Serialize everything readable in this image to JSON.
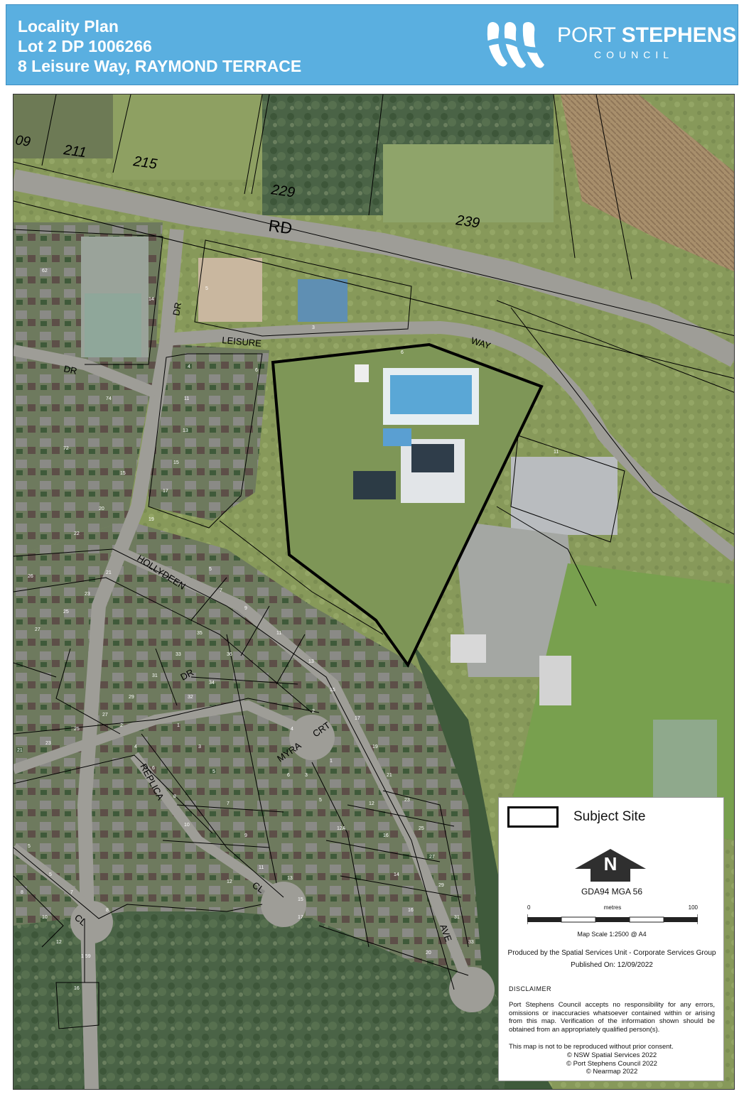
{
  "header": {
    "line1": "Locality Plan",
    "line2": "Lot 2 DP 1006266",
    "line3": "8 Leisure Way, RAYMOND TERRACE",
    "logo_port": "PORT",
    "logo_stephens": "STEPHENS",
    "logo_council": "COUNCIL"
  },
  "map": {
    "lot_labels": {
      "l209": "09",
      "l211": "211",
      "l215": "215",
      "l229": "229",
      "l239": "239"
    },
    "streets": {
      "rd": "RD",
      "dr_top": "DR",
      "leisure": "LEISURE",
      "way": "WAY",
      "dr_left": "DR",
      "hollydeen": "HOLLYDEEN",
      "dr_mid": "DR",
      "myra": "MYRA",
      "crt": "CRT",
      "replica": "REPLICA",
      "cl_mid": "CL",
      "cl_left": "CL",
      "ave": "AVE"
    }
  },
  "legend": {
    "subject_site": "Subject Site",
    "north": "N",
    "crs": "GDA94 MGA 56",
    "scale_zero": "0",
    "scale_unit": "metres",
    "scale_max": "100",
    "map_scale": "Map Scale   1:2500 @ A4",
    "produced_by": "Produced by the Spatial Services Unit - Corporate Services Group",
    "published": "Published On:  12/09/2022",
    "disclaimer_heading": "DISCLAIMER",
    "disclaimer": "Port Stephens Council accepts no responsibility for any errors, omissions or inaccuracies whatsoever contained within or arising from this map. Verification of the information shown should be obtained from an appropriately qualified person(s).",
    "reproduction": "This map is not to be reproduced without prior consent.",
    "credit1": "© NSW Spatial Services  2022",
    "credit2": "© Port Stephens Council  2022",
    "credit3": "© Nearmap  2022"
  },
  "colors": {
    "header_blue": "#5aafe0",
    "subject_outline": "#000000",
    "vegetation": "#4d6b47",
    "lawn": "#8aa35e",
    "road": "#9a9a96",
    "pool": "#5aa7d6"
  }
}
